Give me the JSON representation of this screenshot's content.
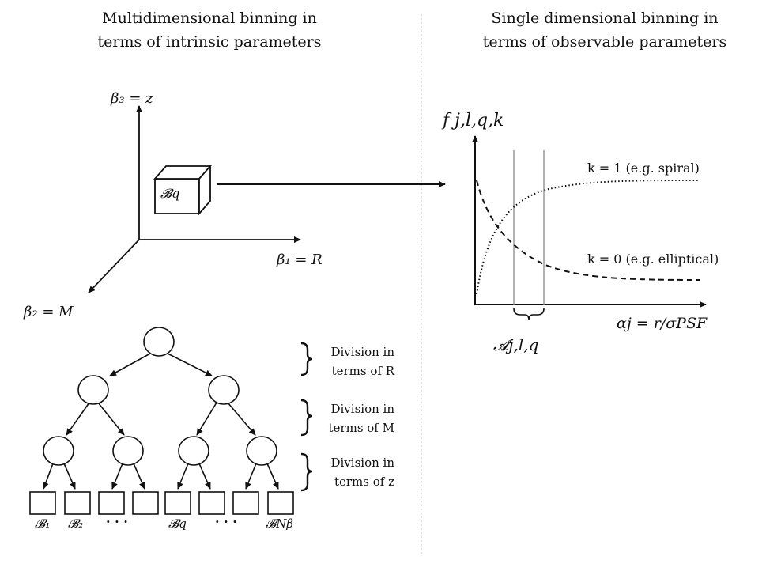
{
  "left_panel": {
    "title_line1": "Multidimensional binning in",
    "title_line2": "terms of intrinsic parameters",
    "axis_z": "β₃ = z",
    "axis_r": "β₁ = R",
    "axis_m": "β₂ = M",
    "cube_label": "𝓑q",
    "tree": {
      "leaf_labels": [
        "𝓑₁",
        "𝓑₂",
        "· · ·",
        "𝓑q",
        "· · ·",
        "𝓑Nβ"
      ],
      "divisions": [
        {
          "line1": "Division in",
          "line2": "terms of R"
        },
        {
          "line1": "Division in",
          "line2": "terms of M"
        },
        {
          "line1": "Division in",
          "line2": "terms of z"
        }
      ]
    }
  },
  "right_panel": {
    "title_line1": "Single dimensional binning in",
    "title_line2": "terms of observable parameters",
    "y_axis_label": "f j,l,q,k",
    "x_axis_label": "αj = r/σPSF",
    "bracket_label": "𝓐j,l,q",
    "curve_k1": "k = 1 (e.g. spiral)",
    "curve_k0": "k = 0 (e.g. elliptical)"
  }
}
